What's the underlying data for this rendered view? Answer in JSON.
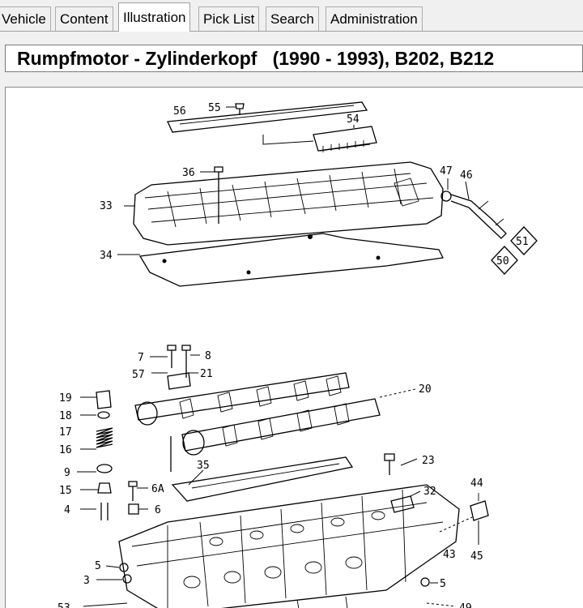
{
  "tabs": [
    {
      "label": "Vehicle",
      "active": false
    },
    {
      "label": "Content",
      "active": false
    },
    {
      "label": "Illustration",
      "active": true
    },
    {
      "label": "Pick List",
      "active": false
    },
    {
      "label": "Search",
      "active": false
    },
    {
      "label": "Administration",
      "active": false
    }
  ],
  "title": "Rumpfmotor - Zylinderkopf   (1990 - 1993), B202, B212",
  "illustration": {
    "callouts": {
      "c56": "56",
      "c55": "55",
      "c54": "54",
      "c47": "47",
      "c46": "46",
      "c36": "36",
      "c33": "33",
      "c51": "51",
      "c50": "50",
      "c34": "34",
      "c7": "7",
      "c8": "8",
      "c57": "57",
      "c21": "21",
      "c19": "19",
      "c18": "18",
      "c17": "17",
      "c16": "16",
      "c20": "20",
      "c9": "9",
      "c35": "35",
      "c23": "23",
      "c15": "15",
      "c6A": "6A",
      "c32": "32",
      "c44": "44",
      "c4": "4",
      "c6": "6",
      "c43": "43",
      "c45": "45",
      "c5a": "5",
      "c3": "3",
      "c5b": "5",
      "c53": "53",
      "c49": "49"
    }
  }
}
